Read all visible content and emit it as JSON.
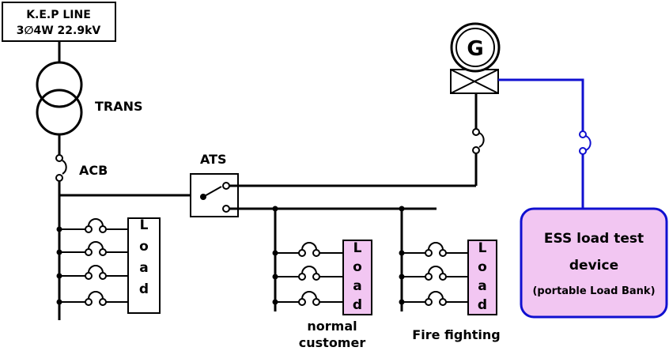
{
  "source": {
    "line1": "K.E.P LINE",
    "line2": "3∅4W 22.9kV"
  },
  "labels": {
    "trans": "TRANS",
    "acb": "ACB",
    "ats": "ATS",
    "generator": "G",
    "load_vertical": "Load",
    "normal_1": "normal",
    "normal_2": "customer",
    "fire": "Fire fighting"
  },
  "ess": {
    "line1": "ESS load test",
    "line2": "device",
    "line3": "(portable Load Bank)"
  },
  "colors": {
    "wire": "#000000",
    "ess_line": "#1010d0",
    "ess_fill": "#f2c6f2",
    "load_fill_pink": "#f2c6f2",
    "load_fill_white": "#ffffff"
  }
}
